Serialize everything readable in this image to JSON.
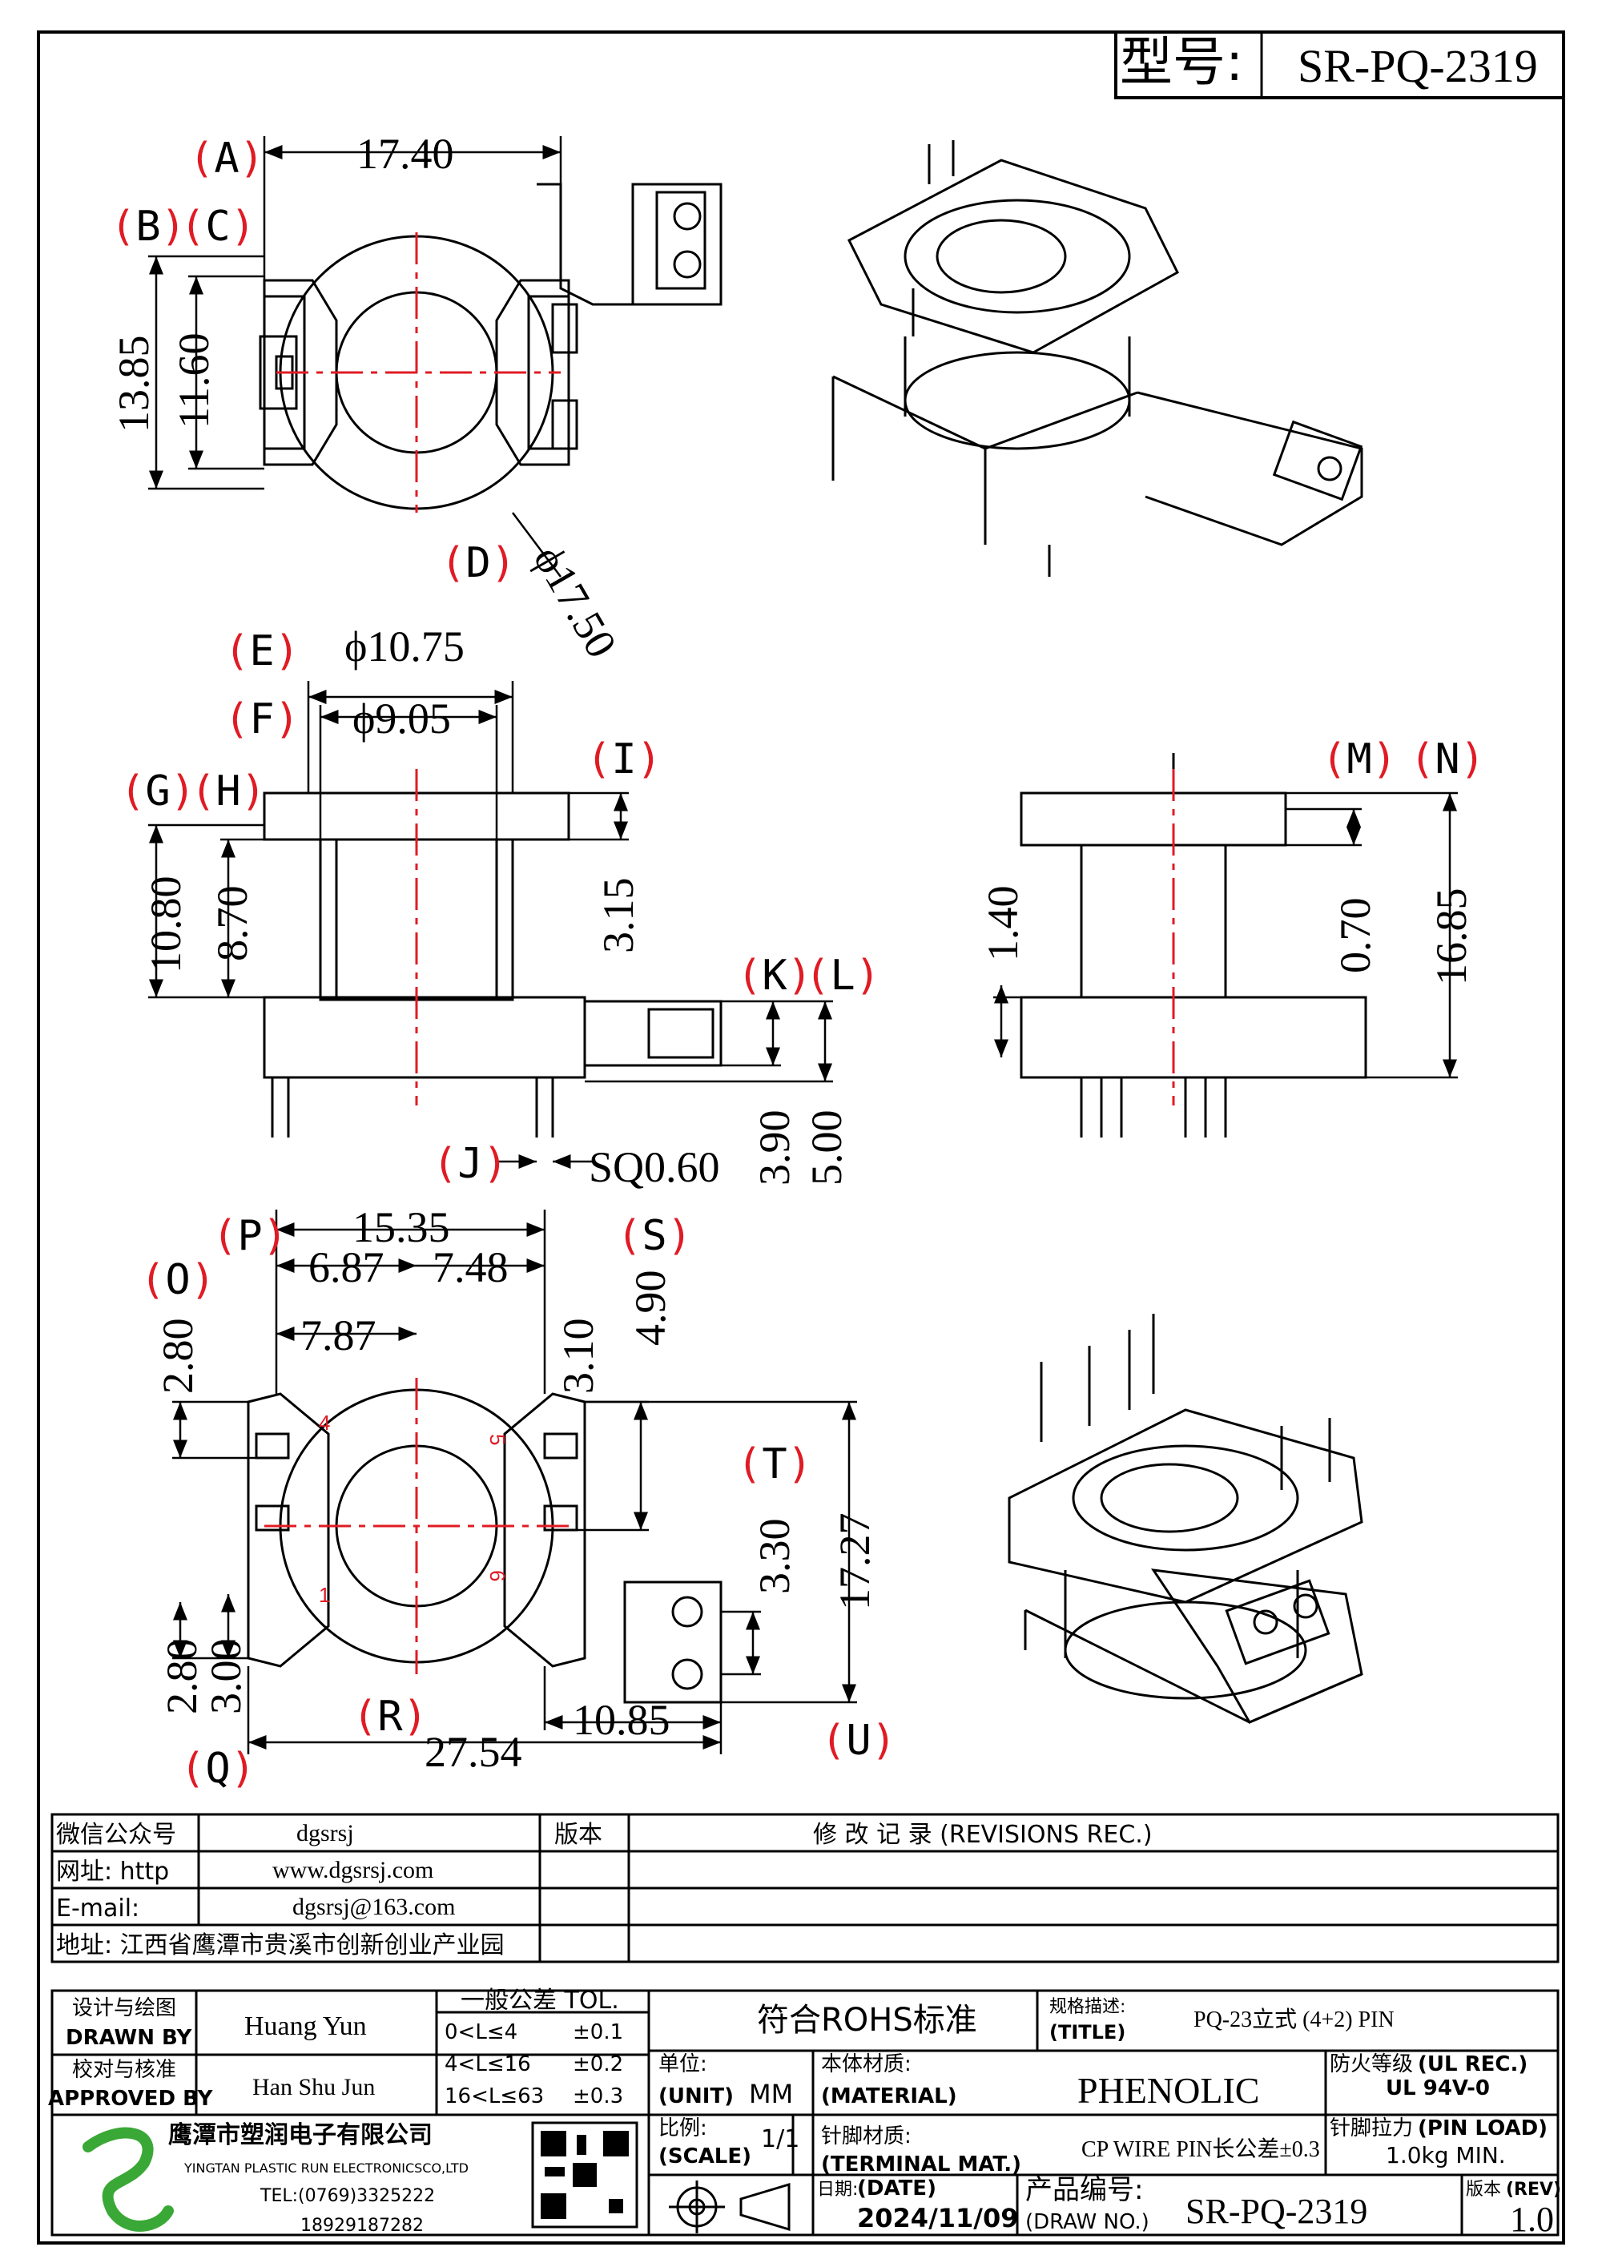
{
  "header": {
    "model_label": "型号:",
    "model_value": "SR-PQ-2319"
  },
  "dims": {
    "a_17_40": "17.40",
    "v_13_85": "13.85",
    "v_11_60": "11.60",
    "d_phi_17_50": "ϕ17.50",
    "e_phi_10_75": "ϕ10.75",
    "f_phi_9_05": "ϕ9.05",
    "v_10_80": "10.80",
    "v_8_70": "8.70",
    "v_3_15": "3.15",
    "v_3_90": "3.90",
    "v_5_00": "5.00",
    "sq_0_60": "SQ0.60",
    "v_1_40": "1.40",
    "v_0_70": "0.70",
    "v_16_85": "16.85",
    "h_15_35": "15.35",
    "h_6_87": "6.87",
    "h_7_48": "7.48",
    "h_7_87": "7.87",
    "v_2_80_top": "2.80",
    "v_3_10": "3.10",
    "v_4_90": "4.90",
    "v_3_30": "3.30",
    "v_17_27": "17.27",
    "v_2_80_bot": "2.80",
    "v_3_00": "3.00",
    "h_27_54": "27.54",
    "h_10_85": "10.85"
  },
  "callouts": [
    "A",
    "B",
    "C",
    "D",
    "E",
    "F",
    "G",
    "H",
    "I",
    "J",
    "K",
    "L",
    "M",
    "N",
    "O",
    "P",
    "Q",
    "R",
    "S",
    "T",
    "U"
  ],
  "pin_numbers": [
    "4",
    "1",
    "5",
    "6"
  ],
  "info_table": {
    "rows": [
      {
        "label": "微信公众号",
        "value": "dgsrsj"
      },
      {
        "label": "网址: http",
        "value": "www.dgsrsj.com"
      },
      {
        "label": "E-mail:",
        "value": "dgsrsj@163.com"
      },
      {
        "label": "地址: 江西省鹰潭市贵溪市创新创业产业园",
        "value": ""
      }
    ],
    "version_header": "版本",
    "revisions_header": "修 改 记 录  (REVISIONS REC.)"
  },
  "title_block": {
    "drawn_by_cn": "设计与绘图",
    "drawn_by_en": "DRAWN BY",
    "drawn_by_name": "Huang Yun",
    "approved_by_cn": "校对与核准",
    "approved_by_en": "APPROVED BY",
    "approved_by_name": "Han Shu Jun",
    "tol_title": "一般公差 TOL.",
    "tol_rows": [
      {
        "range": "0<L≤4",
        "value": "±0.1"
      },
      {
        "range": "4<L≤16",
        "value": "±0.2"
      },
      {
        "range": "16<L≤63",
        "value": "±0.3"
      }
    ],
    "rohs": "符合ROHS标准",
    "title_cn": "规格描述:",
    "title_en": "(TITLE)",
    "title_value": "PQ-23立式 (4+2) PIN",
    "unit_cn": "单位:",
    "unit_en": "(UNIT)",
    "unit_value": "MM",
    "material_cn": "本体材质:",
    "material_en": "(MATERIAL)",
    "material_value": "PHENOLIC",
    "flame_cn": "防火等级",
    "flame_en": "(UL REC.)",
    "flame_value": "UL 94V-0",
    "scale_cn": "比例:",
    "scale_en": "(SCALE)",
    "scale_value": "1/1",
    "terminal_cn": "针脚材质:",
    "terminal_en": "(TERMINAL MAT.)",
    "terminal_value": "CP WIRE  PIN长公差±0.3",
    "pin_load_cn": "针脚拉力",
    "pin_load_en": "(PIN LOAD)",
    "pin_load_value": "1.0kg MIN.",
    "date_cn": "日期:",
    "date_en": "(DATE)",
    "date_value": "2024/11/09",
    "drawno_cn": "产品编号:",
    "drawno_en": "(DRAW NO.)",
    "drawno_value": "SR-PQ-2319",
    "rev_cn": "版本",
    "rev_en": "(REV)",
    "rev_value": "1.0",
    "company_cn": "鹰潭市塑润电子有限公司",
    "company_en": "YINGTAN PLASTIC RUN ELECTRONICSCO,LTD",
    "company_tel": "TEL:(0769)3325222",
    "company_mobile": "18929187282"
  },
  "colors": {
    "line": "#000000",
    "center": "#e01b24",
    "callout": "#e01b24"
  }
}
